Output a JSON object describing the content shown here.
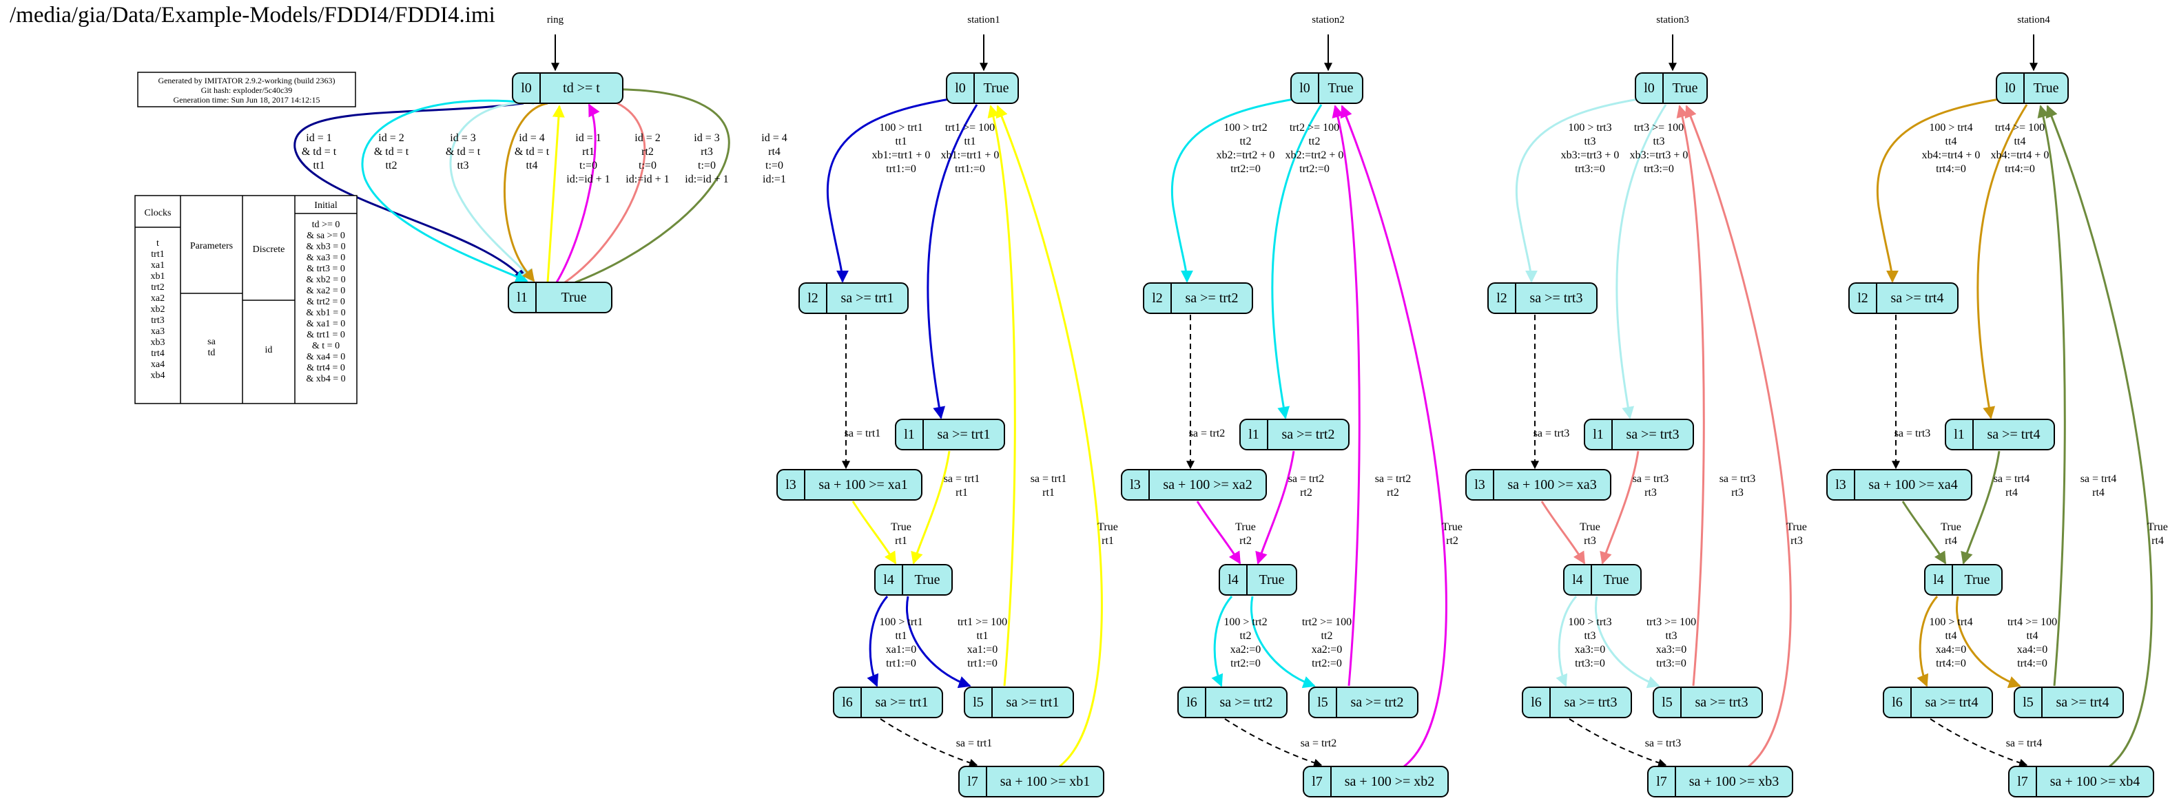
{
  "title": "/media/gia/Data/Example-Models/FDDI4/FDDI4.imi",
  "info_box": [
    "Generated by IMITATOR 2.9.2-working (build 2363)",
    "Git hash: exploder/5c40c39",
    "Generation time: Sun Jun 18, 2017 14:12:15"
  ],
  "variables_table": {
    "clocks_header": "Clocks",
    "clocks": [
      "t",
      "trt1",
      "xa1",
      "xb1",
      "trt2",
      "xa2",
      "xb2",
      "trt3",
      "xa3",
      "xb3",
      "trt4",
      "xa4",
      "xb4"
    ],
    "parameters_header": "Parameters",
    "parameters": [
      "sa",
      "td"
    ],
    "discrete_header": "Discrete",
    "discrete": [
      "id"
    ],
    "initial_header": "Initial",
    "initial": [
      "td >= 0",
      "& sa >= 0",
      "& xb3 = 0",
      "& xa3 = 0",
      "& trt3 = 0",
      "& xb2 = 0",
      "& xa2 = 0",
      "& trt2 = 0",
      "& xb1 = 0",
      "& xa1 = 0",
      "& trt1 = 0",
      "& t = 0",
      "& xa4 = 0",
      "& trt4 = 0",
      "& xb4 = 0"
    ]
  },
  "ring": {
    "name": "ring",
    "locations": [
      {
        "name": "l0",
        "invariant": "td >= t"
      },
      {
        "name": "l1",
        "invariant": "True"
      }
    ],
    "edge_labels": [
      [
        "id = 1",
        "&  td = t",
        "tt1"
      ],
      [
        "id = 2",
        "&  td = t",
        "tt2"
      ],
      [
        "id = 3",
        "&  td = t",
        "tt3"
      ],
      [
        "id = 4",
        "&  td = t",
        "tt4"
      ],
      [
        "id = 1",
        "rt1",
        "t:=0",
        "id:=id + 1"
      ],
      [
        "id = 2",
        "rt2",
        "t:=0",
        "id:=id + 1"
      ],
      [
        "id = 3",
        "rt3",
        "t:=0",
        "id:=id + 1"
      ],
      [
        "id = 4",
        "rt4",
        "t:=0",
        "id:=1"
      ]
    ]
  },
  "stations": [
    {
      "name": "station1",
      "color": "#0000cd",
      "release_color": "#ffff00",
      "l0": [
        "l0",
        "True"
      ],
      "l2": [
        "l2",
        "sa >= trt1"
      ],
      "l1": [
        "l1",
        "sa >= trt1"
      ],
      "l3": [
        "l3",
        "sa + 100 >= xa1"
      ],
      "l4": [
        "l4",
        "True"
      ],
      "l6": [
        "l6",
        "sa >= trt1"
      ],
      "l5": [
        "l5",
        "sa >= trt1"
      ],
      "l7": [
        "l7",
        "sa + 100 >= xb1"
      ],
      "e_l0_l2": [
        "100 > trt1",
        "tt1",
        "xb1:=trt1 + 0",
        "trt1:=0"
      ],
      "e_l0_l1": [
        "trt1 >= 100",
        "tt1",
        "xb1:=trt1 + 0",
        "trt1:=0"
      ],
      "e_l2_l3": [
        "sa = trt1"
      ],
      "e_l1_l4": [
        "sa = trt1",
        "rt1"
      ],
      "e_l3_l4": [
        "True",
        "rt1"
      ],
      "e_l5_l0": [
        "sa = trt1",
        "rt1"
      ],
      "e_l7_l0": [
        "True",
        "rt1"
      ],
      "e_l4_l6": [
        "100 > trt1",
        "tt1",
        "xa1:=0",
        "trt1:=0"
      ],
      "e_l4_l5": [
        "trt1 >= 100",
        "tt1",
        "xa1:=0",
        "trt1:=0"
      ],
      "e_l6_l7": [
        "sa = trt1"
      ]
    },
    {
      "name": "station2",
      "color": "#00e5ee",
      "release_color": "#ee00ee",
      "l0": [
        "l0",
        "True"
      ],
      "l2": [
        "l2",
        "sa >= trt2"
      ],
      "l1": [
        "l1",
        "sa >= trt2"
      ],
      "l3": [
        "l3",
        "sa + 100 >= xa2"
      ],
      "l4": [
        "l4",
        "True"
      ],
      "l6": [
        "l6",
        "sa >= trt2"
      ],
      "l5": [
        "l5",
        "sa >= trt2"
      ],
      "l7": [
        "l7",
        "sa + 100 >= xb2"
      ],
      "e_l0_l2": [
        "100 > trt2",
        "tt2",
        "xb2:=trt2 + 0",
        "trt2:=0"
      ],
      "e_l0_l1": [
        "trt2 >= 100",
        "tt2",
        "xb2:=trt2 + 0",
        "trt2:=0"
      ],
      "e_l2_l3": [
        "sa = trt2"
      ],
      "e_l1_l4": [
        "sa = trt2",
        "rt2"
      ],
      "e_l3_l4": [
        "True",
        "rt2"
      ],
      "e_l5_l0": [
        "sa = trt2",
        "rt2"
      ],
      "e_l7_l0": [
        "True",
        "rt2"
      ],
      "e_l4_l6": [
        "100 > trt2",
        "tt2",
        "xa2:=0",
        "trt2:=0"
      ],
      "e_l4_l5": [
        "trt2 >= 100",
        "tt2",
        "xa2:=0",
        "trt2:=0"
      ],
      "e_l6_l7": [
        "sa = trt2"
      ]
    },
    {
      "name": "station3",
      "color": "#aeeeee",
      "release_color": "#f08080",
      "l0": [
        "l0",
        "True"
      ],
      "l2": [
        "l2",
        "sa >= trt3"
      ],
      "l1": [
        "l1",
        "sa >= trt3"
      ],
      "l3": [
        "l3",
        "sa + 100 >= xa3"
      ],
      "l4": [
        "l4",
        "True"
      ],
      "l6": [
        "l6",
        "sa >= trt3"
      ],
      "l5": [
        "l5",
        "sa >= trt3"
      ],
      "l7": [
        "l7",
        "sa + 100 >= xb3"
      ],
      "e_l0_l2": [
        "100 > trt3",
        "tt3",
        "xb3:=trt3 + 0",
        "trt3:=0"
      ],
      "e_l0_l1": [
        "trt3 >= 100",
        "tt3",
        "xb3:=trt3 + 0",
        "trt3:=0"
      ],
      "e_l2_l3": [
        "sa = trt3"
      ],
      "e_l1_l4": [
        "sa = trt3",
        "rt3"
      ],
      "e_l3_l4": [
        "True",
        "rt3"
      ],
      "e_l5_l0": [
        "sa = trt3",
        "rt3"
      ],
      "e_l7_l0": [
        "True",
        "rt3"
      ],
      "e_l4_l6": [
        "100 > trt3",
        "tt3",
        "xa3:=0",
        "trt3:=0"
      ],
      "e_l4_l5": [
        "trt3 >= 100",
        "tt3",
        "xa3:=0",
        "trt3:=0"
      ],
      "e_l6_l7": [
        "sa = trt3"
      ]
    },
    {
      "name": "station4",
      "color": "#cd950c",
      "release_color": "#6e8b3d",
      "l0": [
        "l0",
        "True"
      ],
      "l2": [
        "l2",
        "sa >= trt4"
      ],
      "l1": [
        "l1",
        "sa >= trt4"
      ],
      "l3": [
        "l3",
        "sa + 100 >= xa4"
      ],
      "l4": [
        "l4",
        "True"
      ],
      "l6": [
        "l6",
        "sa >= trt4"
      ],
      "l5": [
        "l5",
        "sa >= trt4"
      ],
      "l7": [
        "l7",
        "sa + 100 >= xb4"
      ],
      "e_l0_l2": [
        "100 > trt4",
        "tt4",
        "xb4:=trt4 + 0",
        "trt4:=0"
      ],
      "e_l0_l1": [
        "trt4 >= 100",
        "tt4",
        "xb4:=trt4 + 0",
        "trt4:=0"
      ],
      "e_l2_l3": [
        "sa = trt3"
      ],
      "e_l1_l4": [
        "sa = trt4",
        "rt4"
      ],
      "e_l3_l4": [
        "True",
        "rt4"
      ],
      "e_l5_l0": [
        "sa = trt4",
        "rt4"
      ],
      "e_l7_l0": [
        "True",
        "rt4"
      ],
      "e_l4_l6": [
        "100 > trt4",
        "tt4",
        "xa4:=0",
        "trt4:=0"
      ],
      "e_l4_l5": [
        "trt4 >= 100",
        "tt4",
        "xa4:=0",
        "trt4:=0"
      ],
      "e_l6_l7": [
        "sa = trt4"
      ]
    }
  ],
  "colors": {
    "node_fill": "#aeeeee",
    "node_stroke": "#000000",
    "ring_edges": [
      "#00008b",
      "#00e5ee",
      "#aeeeee",
      "#cd950c",
      "#ffff00",
      "#ee00ee",
      "#f08080",
      "#6e8b3d"
    ]
  }
}
